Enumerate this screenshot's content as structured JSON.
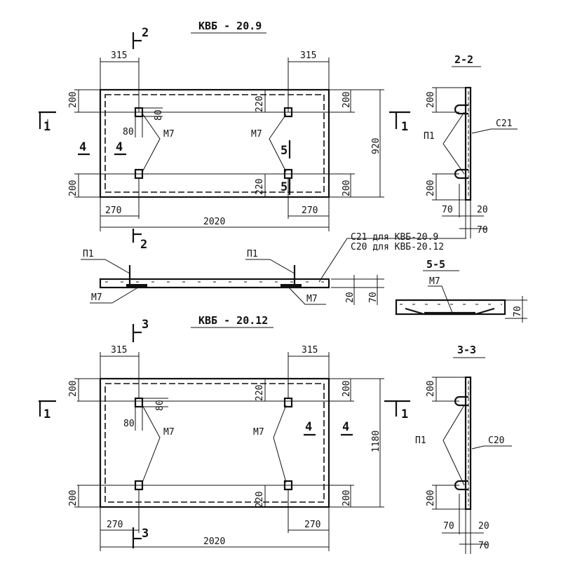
{
  "titles": {
    "top": "КВБ - 20.9",
    "bottom": "КВБ - 20.12",
    "sec22": "2-2",
    "sec33": "3-3",
    "sec55": "5-5"
  },
  "section_marks": {
    "s1": "1",
    "s2": "2",
    "s3": "3",
    "s4": "4",
    "s5": "5"
  },
  "dims": {
    "d315": "315",
    "d200": "200",
    "d220": "220",
    "d80": "80",
    "d270": "270",
    "d2020": "2020",
    "d920": "920",
    "d1180": "1180",
    "d70": "70",
    "d20": "20"
  },
  "labels": {
    "m7": "М7",
    "p1": "П1",
    "c21": "С21",
    "c20": "С20",
    "note1": "С21  для  КВБ-20.9",
    "note2": "С20  для  КВБ-20.12"
  }
}
